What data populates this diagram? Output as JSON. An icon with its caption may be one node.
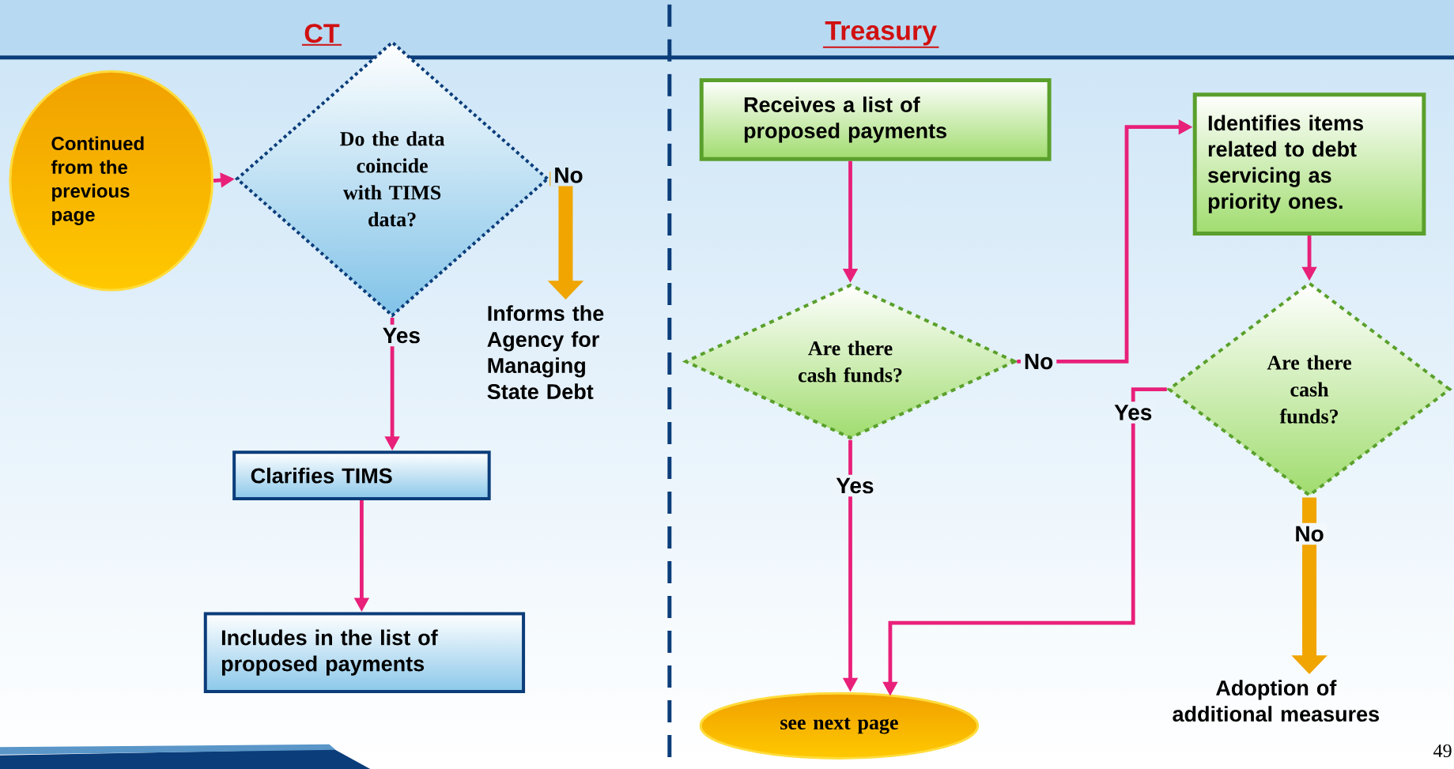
{
  "diagram": {
    "nodes": [
      {
        "text": [
          "Continued from the previous page"
        ]
      },
      {
        "text": [
          "Do the data coincide with TIMS data?"
        ]
      },
      {
        "text": [
          "Informs the Agency for Managing State Debt"
        ]
      },
      {
        "text": [
          "Clarifies TIMS"
        ]
      },
      {
        "text": [
          "Includes in the list of proposed payments"
        ]
      },
      {
        "text": [
          "Receives a list of proposed payments"
        ]
      },
      {
        "text": [
          "Are there cash funds?"
        ]
      },
      {
        "text": [
          "Identifies items related to debt servicing as priority ones."
        ]
      },
      {
        "text": [
          "Are there cash funds?"
        ]
      },
      {
        "text": [
          "see next page"
        ]
      },
      {
        "text": [
          "Adoption of additional measures"
        ]
      }
    ],
    "edges": [
      {
        "from": 0,
        "to": 1,
        "arrow": "to"
      },
      {
        "from": 1,
        "to": 2,
        "arrow": "to",
        "label": "No",
        "style": "thick",
        "color": "#f0a500"
      },
      {
        "from": 1,
        "to": 3,
        "arrow": "to",
        "label": "Yes"
      },
      {
        "from": 3,
        "to": 4,
        "arrow": "to"
      },
      {
        "from": 5,
        "to": 6,
        "arrow": "to"
      },
      {
        "from": 6,
        "to": 9,
        "arrow": "to",
        "label": "Yes"
      },
      {
        "from": 6,
        "to": 7,
        "arrow": "to",
        "label": "No"
      },
      {
        "from": 7,
        "to": 8,
        "arrow": "to"
      },
      {
        "from": 8,
        "to": 9,
        "arrow": "to",
        "label": "Yes"
      },
      {
        "from": 8,
        "to": 10,
        "arrow": "to",
        "label": "No",
        "style": "thick",
        "color": "#f0a500"
      }
    ],
    "labels": [
      "CT",
      "Treasury",
      "49"
    ]
  }
}
